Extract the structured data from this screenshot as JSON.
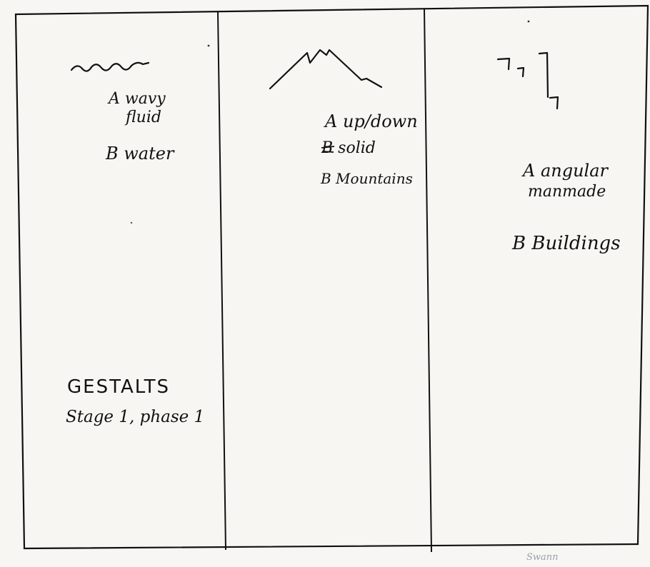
{
  "panel_water": {
    "line_a": "A wavy",
    "line_a2": "fluid",
    "line_b": "B water"
  },
  "panel_mountains": {
    "line_a": "A up/down",
    "line_a2": "B solid",
    "line_b": "B Mountains"
  },
  "panel_buildings": {
    "line_a": "A angular",
    "line_a2": "manmade",
    "line_b": "B Buildings"
  },
  "gestalts": {
    "title": "GESTALTS",
    "subtitle": "Stage 1, phase 1"
  },
  "footer": {
    "scribble": "Swann"
  }
}
